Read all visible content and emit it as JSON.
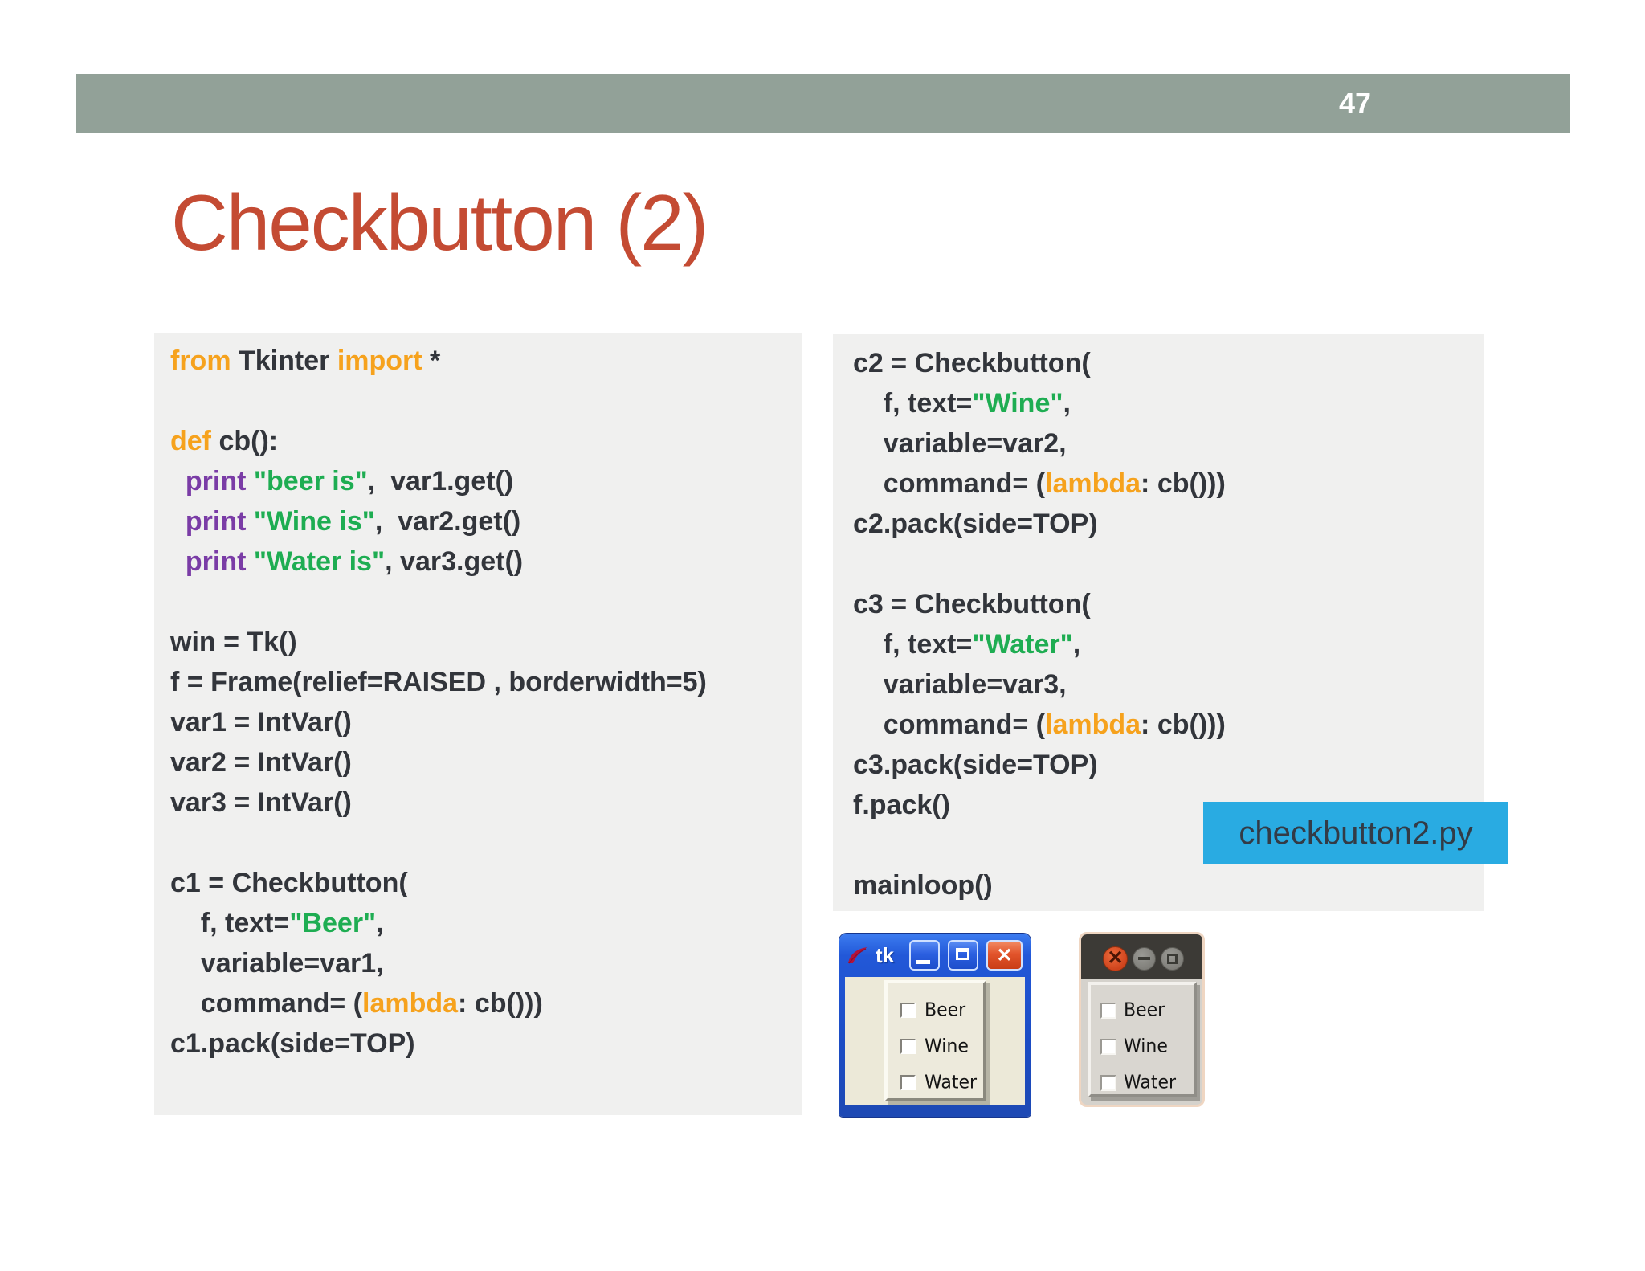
{
  "slide": {
    "page_number": "47",
    "title": "Checkbutton (2)",
    "filename_label": "checkbutton2.py"
  },
  "colors": {
    "header_bg": "#92A198",
    "title": "#C44B33",
    "code_bg": "#F0F0EF",
    "pln": "#32353B",
    "kw": "#F6A21D",
    "str": "#1EAD52",
    "prt": "#7A3CA6",
    "label_bg": "#29ABE2",
    "label_fg": "#333B46",
    "ub_title": "#3C3A36"
  },
  "code_left": {
    "lines": [
      [
        [
          "kw",
          "from "
        ],
        [
          "pln",
          "Tkinter "
        ],
        [
          "kw",
          "import "
        ],
        [
          "pln",
          "*"
        ]
      ],
      [],
      [
        [
          "kw",
          "def "
        ],
        [
          "pln",
          "cb():"
        ]
      ],
      [
        [
          "pln",
          "  "
        ],
        [
          "prt",
          "print "
        ],
        [
          "str",
          "\"beer is\""
        ],
        [
          "pln",
          ",  var1.get()"
        ]
      ],
      [
        [
          "pln",
          "  "
        ],
        [
          "prt",
          "print "
        ],
        [
          "str",
          "\"Wine is\""
        ],
        [
          "pln",
          ",  var2.get()"
        ]
      ],
      [
        [
          "pln",
          "  "
        ],
        [
          "prt",
          "print "
        ],
        [
          "str",
          "\"Water is\""
        ],
        [
          "pln",
          ", var3.get()"
        ]
      ],
      [],
      [
        [
          "pln",
          "win = Tk()"
        ]
      ],
      [
        [
          "pln",
          "f = Frame(relief=RAISED , borderwidth=5)"
        ]
      ],
      [
        [
          "pln",
          "var1 = IntVar()"
        ]
      ],
      [
        [
          "pln",
          "var2 = IntVar()"
        ]
      ],
      [
        [
          "pln",
          "var3 = IntVar()"
        ]
      ],
      [],
      [
        [
          "pln",
          "c1 = Checkbutton("
        ]
      ],
      [
        [
          "pln",
          "    f, text="
        ],
        [
          "str",
          "\"Beer\""
        ],
        [
          "pln",
          ","
        ]
      ],
      [
        [
          "pln",
          "    variable=var1,"
        ]
      ],
      [
        [
          "pln",
          "    command= ("
        ],
        [
          "kw",
          "lambda"
        ],
        [
          "pln",
          ": cb()))"
        ]
      ],
      [
        [
          "pln",
          "c1.pack(side=TOP)"
        ]
      ]
    ]
  },
  "code_right": {
    "lines": [
      [
        [
          "pln",
          "c2 = Checkbutton("
        ]
      ],
      [
        [
          "pln",
          "    f, text="
        ],
        [
          "str",
          "\"Wine\""
        ],
        [
          "pln",
          ","
        ]
      ],
      [
        [
          "pln",
          "    variable=var2,"
        ]
      ],
      [
        [
          "pln",
          "    command= ("
        ],
        [
          "kw",
          "lambda"
        ],
        [
          "pln",
          ": cb()))"
        ]
      ],
      [
        [
          "pln",
          "c2.pack(side=TOP)"
        ]
      ],
      [],
      [
        [
          "pln",
          "c3 = Checkbutton("
        ]
      ],
      [
        [
          "pln",
          "    f, text="
        ],
        [
          "str",
          "\"Water\""
        ],
        [
          "pln",
          ","
        ]
      ],
      [
        [
          "pln",
          "    variable=var3,"
        ]
      ],
      [
        [
          "pln",
          "    command= ("
        ],
        [
          "kw",
          "lambda"
        ],
        [
          "pln",
          ": cb()))"
        ]
      ],
      [
        [
          "pln",
          "c3.pack(side=TOP)"
        ]
      ],
      [
        [
          "pln",
          "f.pack()"
        ]
      ],
      [],
      [
        [
          "pln",
          "mainloop()"
        ]
      ]
    ]
  },
  "window_xp": {
    "title": "tk",
    "checkboxes": [
      "Beer",
      "Wine",
      "Water"
    ]
  },
  "window_ubuntu": {
    "checkboxes": [
      "Beer",
      "Wine",
      "Water"
    ]
  },
  "icons": {
    "xp_close_glyph": "✕",
    "ub_close_glyph": "✕"
  }
}
